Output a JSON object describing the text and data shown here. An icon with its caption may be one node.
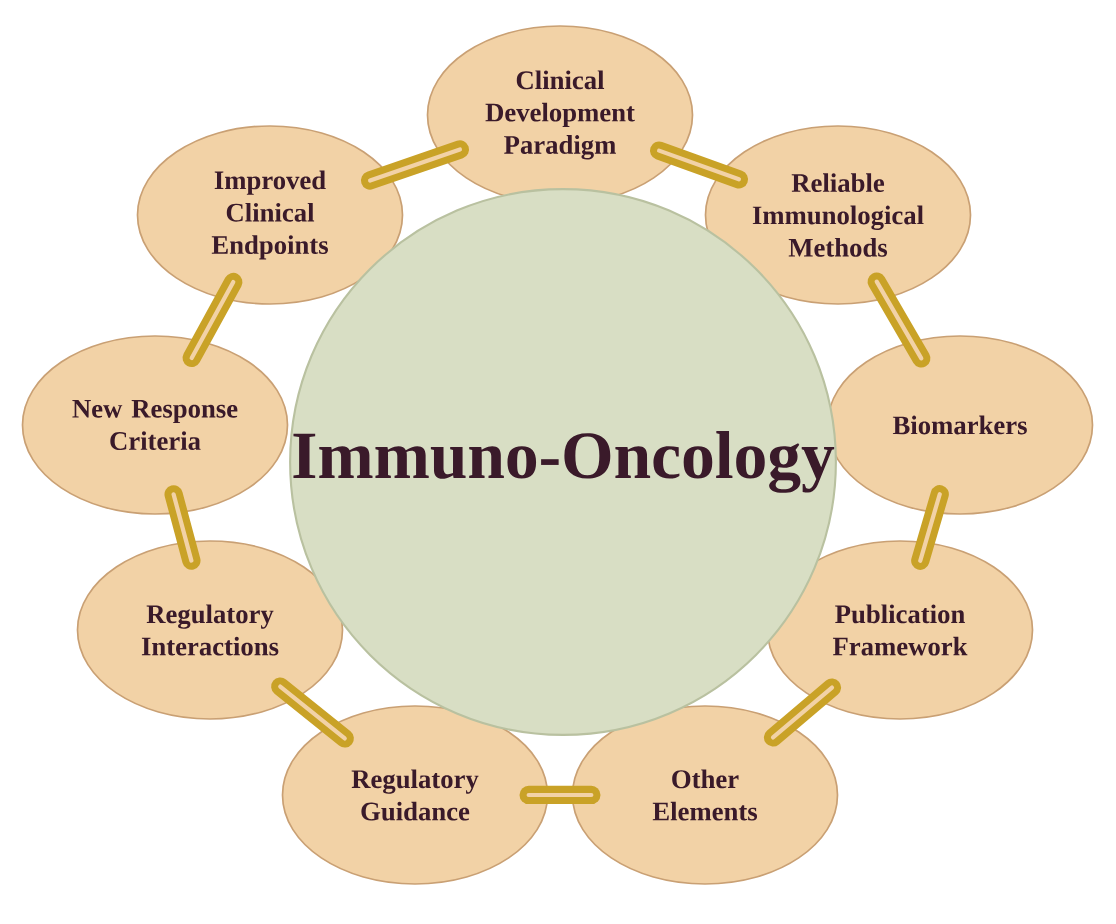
{
  "diagram": {
    "nodes": [
      {
        "text": [
          "Immuno-Oncology"
        ]
      },
      {
        "text": [
          "Clinical Development Paradigm"
        ]
      },
      {
        "text": [
          "Reliable Immunological Methods"
        ]
      },
      {
        "text": [
          "Biomarkers"
        ]
      },
      {
        "text": [
          "Publication Framework"
        ]
      },
      {
        "text": [
          "Other Elements"
        ]
      },
      {
        "text": [
          "Regulatory Guidance"
        ]
      },
      {
        "text": [
          "Regulatory Interactions"
        ]
      },
      {
        "text": [
          "New Response Criteria"
        ]
      },
      {
        "text": [
          "Improved Clinical Endpoints"
        ]
      }
    ],
    "edges": [
      {
        "from": 1,
        "to": 2,
        "arrow": "none"
      },
      {
        "from": 2,
        "to": 3,
        "arrow": "none"
      },
      {
        "from": 3,
        "to": 4,
        "arrow": "none"
      },
      {
        "from": 4,
        "to": 5,
        "arrow": "none"
      },
      {
        "from": 5,
        "to": 6,
        "arrow": "none"
      },
      {
        "from": 6,
        "to": 7,
        "arrow": "none"
      },
      {
        "from": 7,
        "to": 8,
        "arrow": "none"
      },
      {
        "from": 8,
        "to": 9,
        "arrow": "none"
      },
      {
        "from": 9,
        "to": 1,
        "arrow": "none"
      }
    ]
  }
}
